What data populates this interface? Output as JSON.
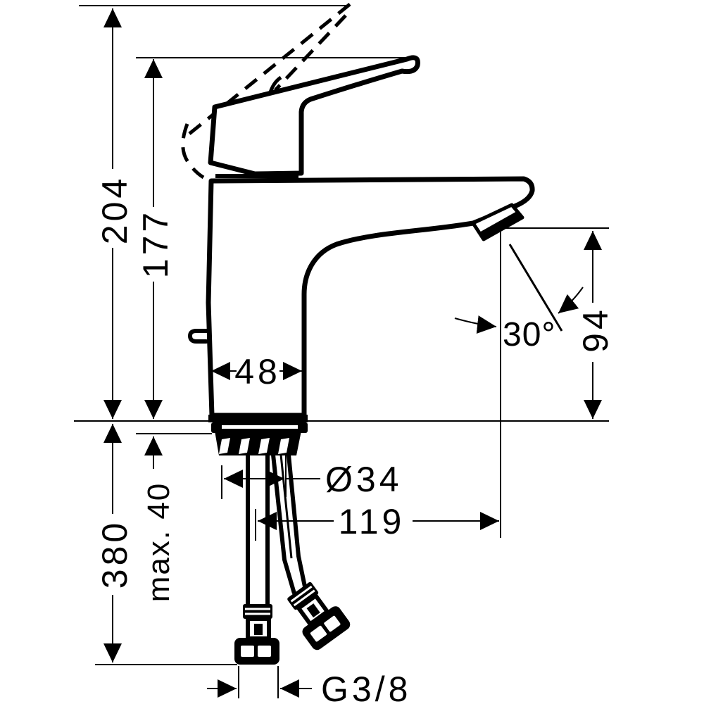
{
  "drawing": {
    "background": "#ffffff",
    "line_color": "#000000",
    "labels": {
      "height_overall": "204",
      "height_to_handle": "177",
      "body_width": "48",
      "spout_angle": "30°",
      "spout_height": "94",
      "mounting_hole_diameter": "Ø34",
      "spout_reach": "119",
      "hose_drop": "380",
      "max_deck_thickness": "max. 40",
      "connection_thread": "G3/8"
    }
  }
}
